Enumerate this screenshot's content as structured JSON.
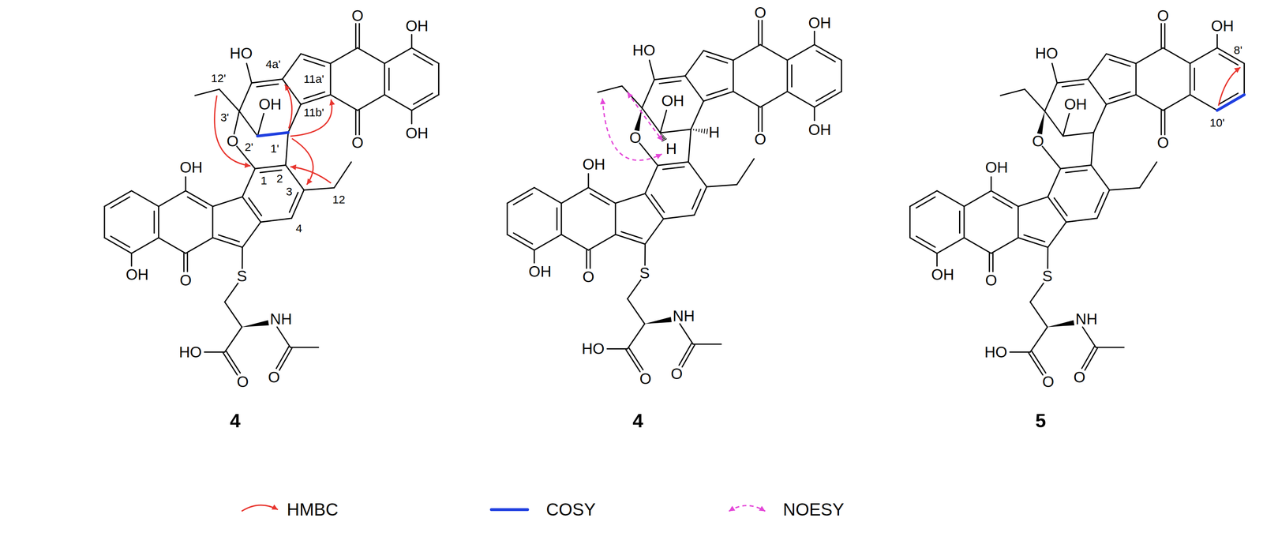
{
  "diagram": {
    "labels": [
      "OH",
      "OH",
      "O",
      "O",
      "HO",
      "OH",
      "O",
      "OH",
      "OH",
      "O",
      "S",
      "NH",
      "HO",
      "O",
      "O",
      "12'",
      "3'",
      "4a'",
      "11b'",
      "11a'",
      "2'",
      "1'",
      "1",
      "2",
      "3",
      "12",
      "4",
      "4",
      "OH",
      "OH",
      "O",
      "O",
      "HO",
      "OH",
      "O",
      "OH",
      "OH",
      "O",
      "S",
      "NH",
      "HO",
      "O",
      "O",
      "H",
      "H",
      "4",
      "OH",
      "O",
      "O",
      "HO",
      "OH",
      "O",
      "OH",
      "OH",
      "O",
      "S",
      "NH",
      "HO",
      "O",
      "O",
      "8'",
      "10'",
      "5"
    ],
    "legend": [
      {
        "text": "HMBC"
      },
      {
        "text": "COSY"
      },
      {
        "text": "NOESY"
      }
    ]
  }
}
